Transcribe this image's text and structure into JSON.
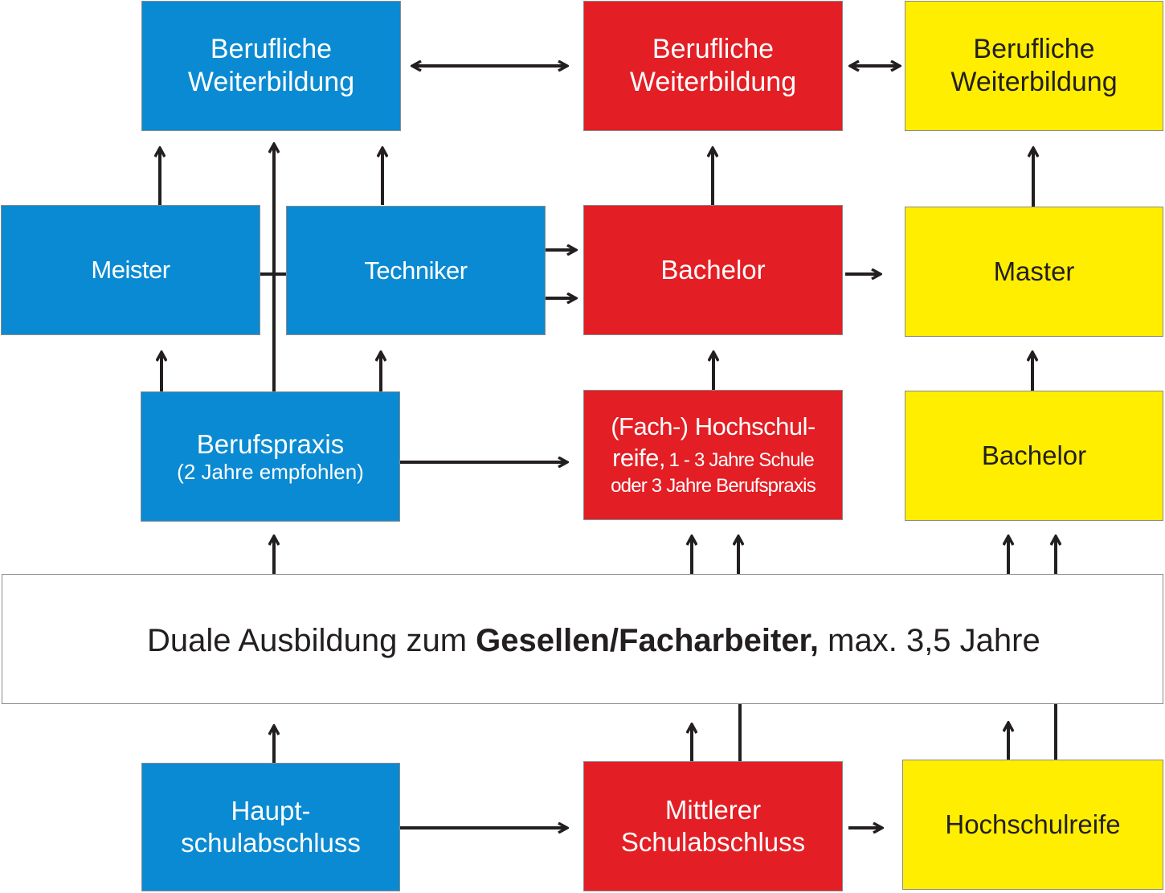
{
  "colors": {
    "blue": "#0a8ad2",
    "red": "#e31e24",
    "yellow": "#ffee00",
    "arrow": "#231f20"
  },
  "boxes": {
    "weiterbildung_blue": [
      "Berufliche",
      "Weiterbildung"
    ],
    "weiterbildung_red": [
      "Berufliche",
      "Weiterbildung"
    ],
    "weiterbildung_yellow": [
      "Berufliche",
      "Weiterbildung"
    ],
    "meister": "Meister",
    "techniker": "Techniker",
    "bachelor_red": "Bachelor",
    "master": "Master",
    "berufspraxis": {
      "title": "Berufspraxis",
      "note": "(2 Jahre empfohlen)"
    },
    "fach_hochschulreife": {
      "line1": "(Fach-) Hochschul-",
      "line2_big": "reife,",
      "line2_small": "1 - 3 Jahre Schule",
      "line3": "oder 3 Jahre Berufspraxis"
    },
    "bachelor_yellow": "Bachelor",
    "duale": {
      "pre": "Duale Ausbildung zum",
      "bold": "Gesellen/Facharbeiter,",
      "post": "max. 3,5 Jahre"
    },
    "hauptschulabschluss": [
      "Haupt-",
      "schulabschluss"
    ],
    "mittlerer_schulabschluss": [
      "Mittlerer",
      "Schulabschluss"
    ],
    "hochschulreife": "Hochschulreife"
  }
}
